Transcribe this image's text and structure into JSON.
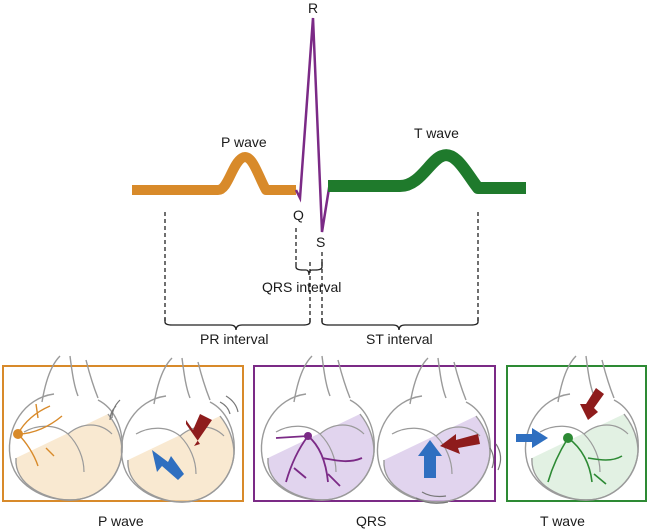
{
  "ecg": {
    "r_label": "R",
    "q_label": "Q",
    "s_label": "S",
    "p_wave_label": "P wave",
    "t_wave_label": "T wave",
    "qrs_interval_label": "QRS interval",
    "pr_interval_label": "PR interval",
    "st_interval_label": "ST interval"
  },
  "panels": [
    {
      "caption": "P wave",
      "color": "#d88a2a"
    },
    {
      "caption": "QRS",
      "color": "#7b2a86"
    },
    {
      "caption": "T wave",
      "color": "#2d8a34"
    }
  ],
  "colors": {
    "p_segment": "#d88a2a",
    "qrs_segment": "#7b2a86",
    "t_segment": "#1f7a2c",
    "arrow_blue": "#2f6fc0",
    "arrow_red": "#8e1c1c"
  }
}
